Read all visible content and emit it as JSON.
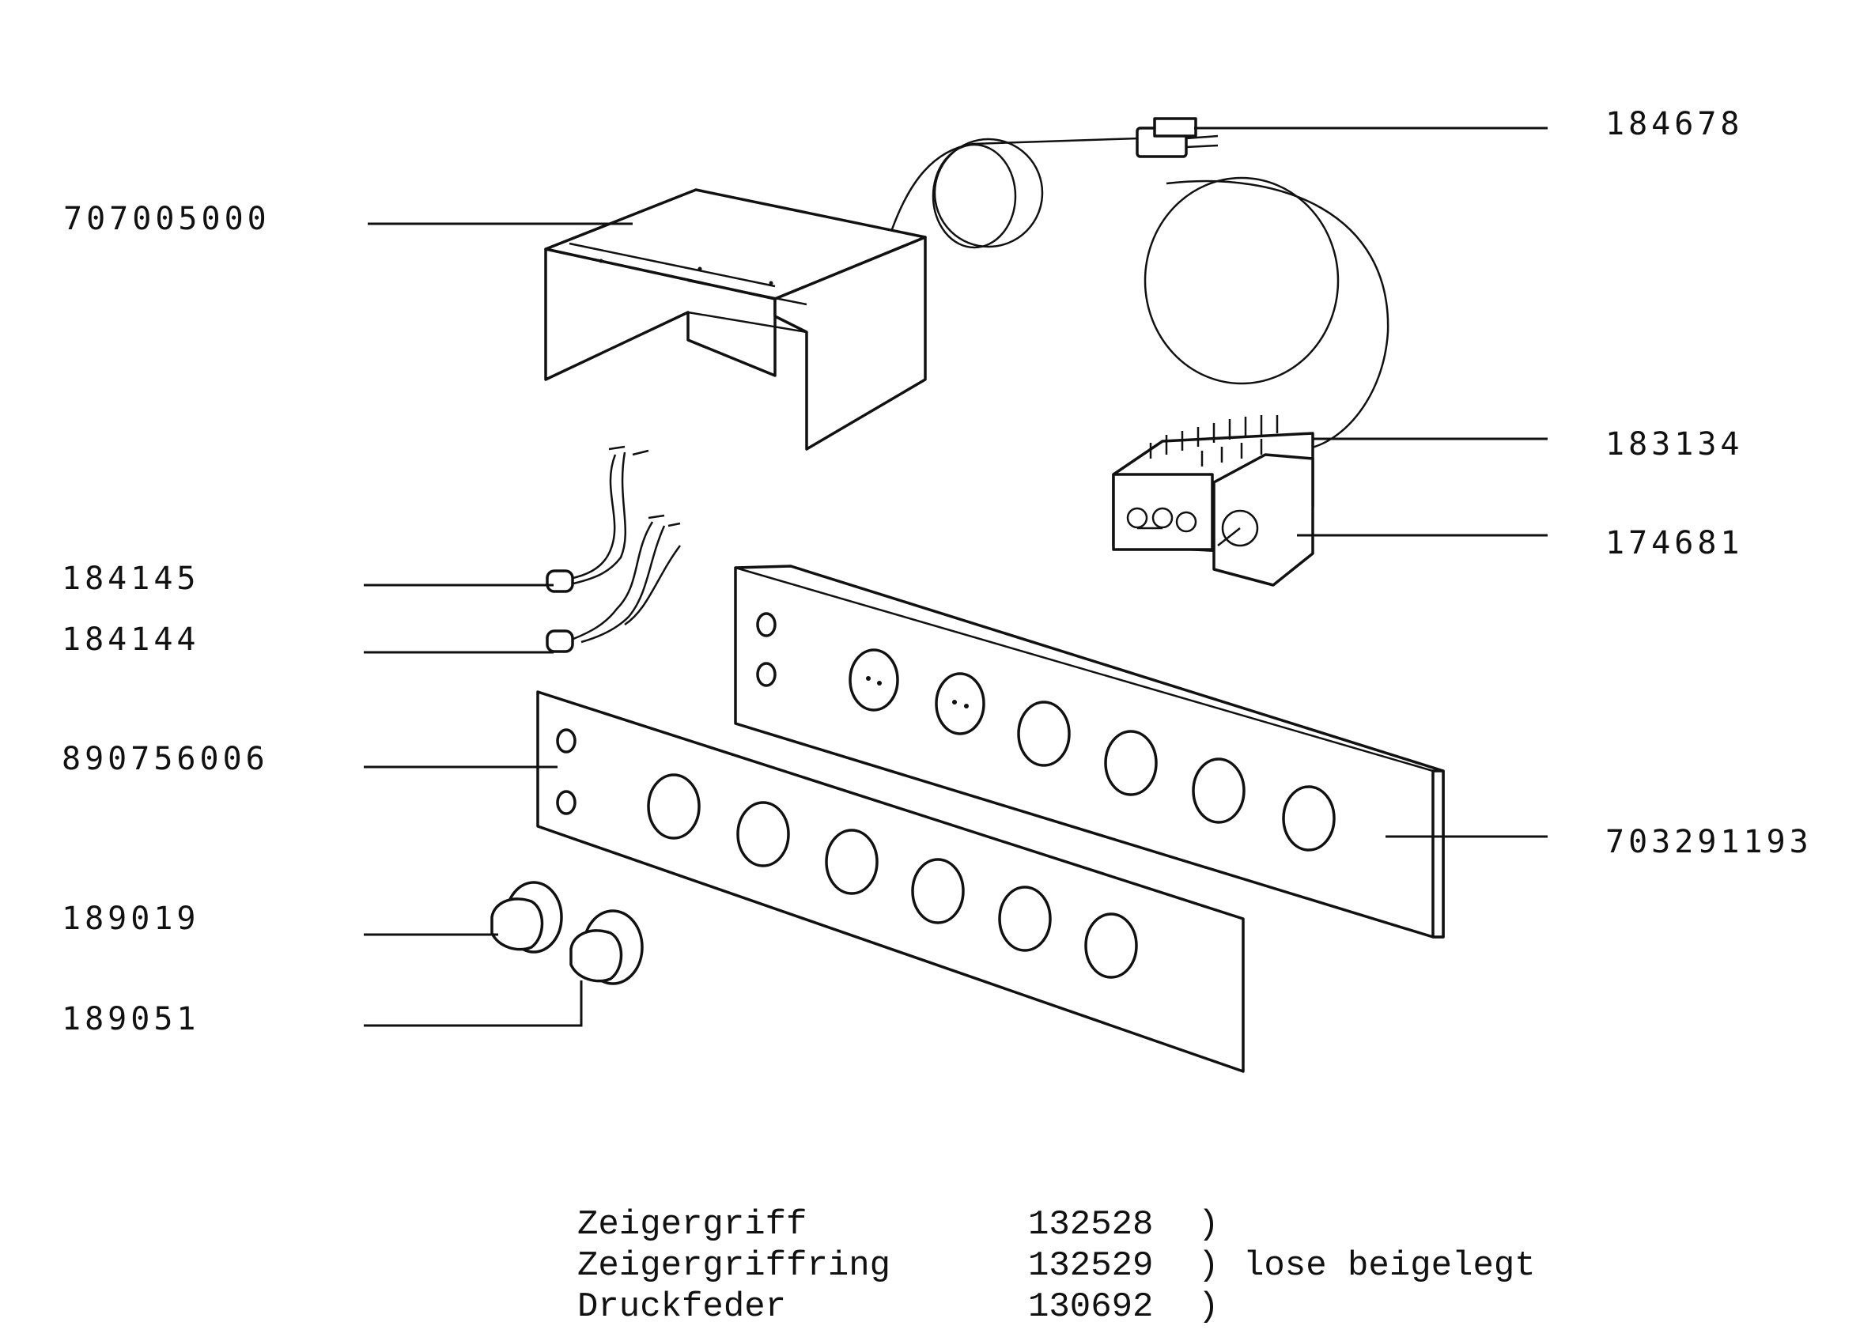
{
  "part_labels": {
    "p184678": "184678",
    "p707005000": "707005000",
    "p183134": "183134",
    "p174681": "174681",
    "p184145": "184145",
    "p184144": "184144",
    "p890756006": "890756006",
    "p703291193": "703291193",
    "p189019": "189019",
    "p189051": "189051"
  },
  "notes": [
    {
      "name": "Zeigergriff",
      "number": "132528",
      "paren": ")"
    },
    {
      "name": "Zeigergriffring",
      "number": "132529",
      "paren": ")"
    },
    {
      "name": "Druckfeder",
      "number": "130692",
      "paren": ")"
    }
  ],
  "notes_suffix": "lose beigelegt"
}
